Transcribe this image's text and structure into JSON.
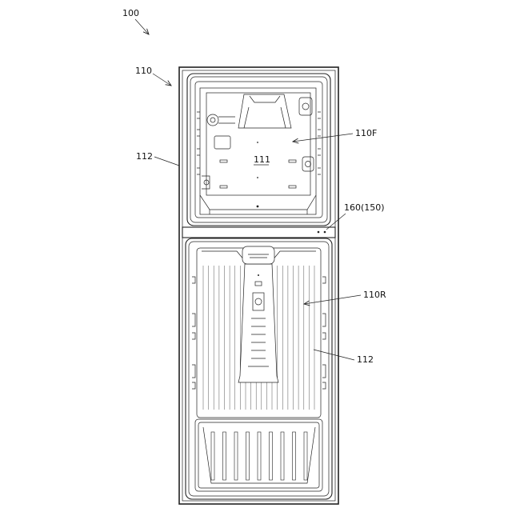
{
  "labels": {
    "device": "100",
    "body": "110",
    "liner_left": "112",
    "freezer": "110F",
    "inner_mark": "111",
    "mullion": "160(150)",
    "fridge": "110R",
    "liner_right": "112"
  },
  "counts": {
    "rear_ribs": 22,
    "basket_slats": 9
  },
  "colors": {
    "line": "#222222",
    "background": "#ffffff"
  }
}
